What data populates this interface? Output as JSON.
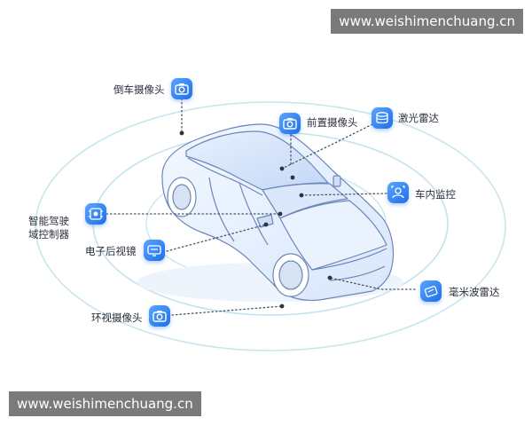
{
  "watermark": {
    "top": "www.weishimenchuang.cn",
    "bottom": "www.weishimenchuang.cn"
  },
  "colors": {
    "accent": "#1f6fe8",
    "ring": "#c9e6ee",
    "car_line": "#6c86b8",
    "connector": "#4a5468"
  },
  "components": {
    "reverse_camera": {
      "label": "倒车摄像头",
      "icon": "camera-icon"
    },
    "front_camera": {
      "label": "前置摄像头",
      "icon": "camera-icon"
    },
    "lidar": {
      "label": "激光雷达",
      "icon": "lidar-icon"
    },
    "cabin_monitor": {
      "label": "车内监控",
      "icon": "cabin-monitor-icon"
    },
    "domain_controller": {
      "label": "智能驾驶域控制器",
      "icon": "controller-icon"
    },
    "e_mirror": {
      "label": "电子后视镜",
      "icon": "mirror-display-icon"
    },
    "mmwave_radar": {
      "label": "毫米波雷达",
      "icon": "radar-icon"
    },
    "surround_camera": {
      "label": "环视摄像头",
      "icon": "camera-icon"
    }
  }
}
